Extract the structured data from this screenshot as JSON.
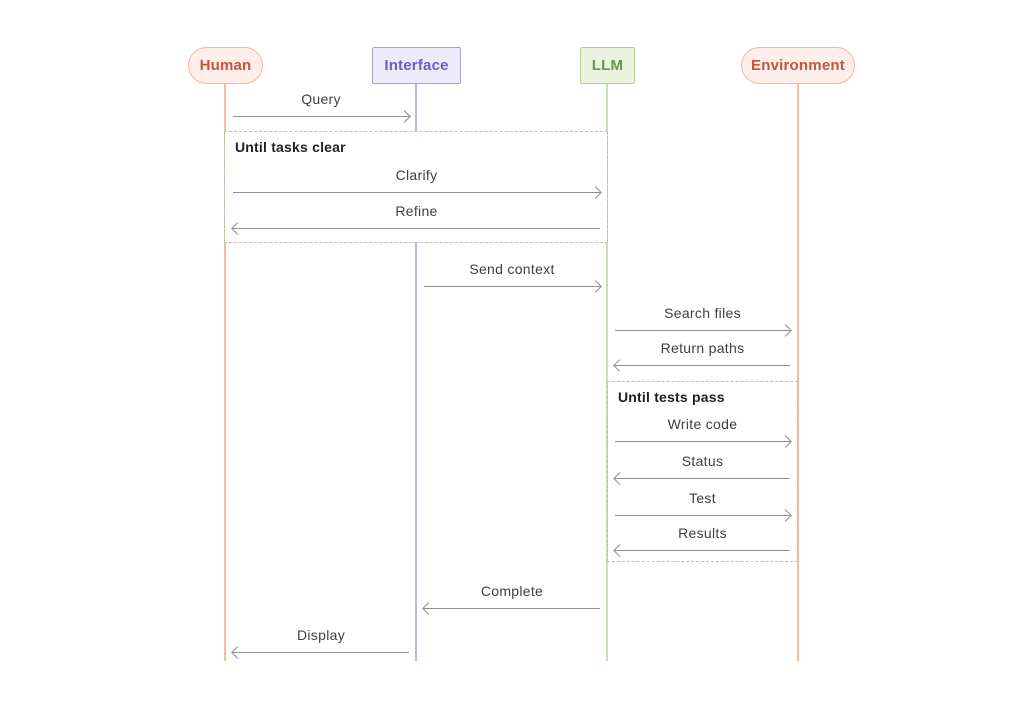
{
  "diagram": {
    "type": "sequence-diagram",
    "actors": [
      {
        "id": "human",
        "label": "Human",
        "shape": "stadium",
        "accent": "#c2563e",
        "border": "#f3b7a2",
        "fill": "#fdeee9",
        "lifeline": "#f4bca7"
      },
      {
        "id": "interface",
        "label": "Interface",
        "shape": "rect",
        "accent": "#675cc8",
        "border": "#a9a0dd",
        "fill": "#edebfa",
        "lifeline": "#bdb5ea"
      },
      {
        "id": "llm",
        "label": "LLM",
        "shape": "rect",
        "accent": "#5f9a44",
        "border": "#b2d199",
        "fill": "#eaf2e0",
        "lifeline": "#c8dfb1"
      },
      {
        "id": "environment",
        "label": "Environment",
        "shape": "stadium",
        "accent": "#c2563e",
        "border": "#f3b7a2",
        "fill": "#fdeee9",
        "lifeline": "#f4bca7"
      }
    ],
    "loops": [
      {
        "title": "Until tasks clear",
        "spans_from": "Human",
        "spans_to": "LLM",
        "messages": [
          "Clarify",
          "Refine"
        ]
      },
      {
        "title": "Until tests pass",
        "spans_from": "LLM",
        "spans_to": "Environment",
        "messages": [
          "Write code",
          "Status",
          "Test",
          "Results"
        ]
      }
    ],
    "messages": [
      {
        "label": "Query",
        "from": "Human",
        "to": "Interface",
        "direction": "right"
      },
      {
        "label": "Clarify",
        "from": "Human",
        "to": "LLM",
        "direction": "right"
      },
      {
        "label": "Refine",
        "from": "LLM",
        "to": "Human",
        "direction": "left"
      },
      {
        "label": "Send context",
        "from": "Interface",
        "to": "LLM",
        "direction": "right"
      },
      {
        "label": "Search files",
        "from": "LLM",
        "to": "Environment",
        "direction": "right"
      },
      {
        "label": "Return paths",
        "from": "Environment",
        "to": "LLM",
        "direction": "left"
      },
      {
        "label": "Write code",
        "from": "LLM",
        "to": "Environment",
        "direction": "right"
      },
      {
        "label": "Status",
        "from": "Environment",
        "to": "LLM",
        "direction": "left"
      },
      {
        "label": "Test",
        "from": "LLM",
        "to": "Environment",
        "direction": "right"
      },
      {
        "label": "Results",
        "from": "Environment",
        "to": "LLM",
        "direction": "left"
      },
      {
        "label": "Complete",
        "from": "LLM",
        "to": "Interface",
        "direction": "left"
      },
      {
        "label": "Display",
        "from": "Interface",
        "to": "Human",
        "direction": "left"
      }
    ],
    "palette": {
      "background": "#ffffff",
      "arrow": "#8f8f8f",
      "message_label": "#3f3f3f",
      "loop_border": "#bdbdbd",
      "loop_title": "#1f1f1f"
    }
  }
}
